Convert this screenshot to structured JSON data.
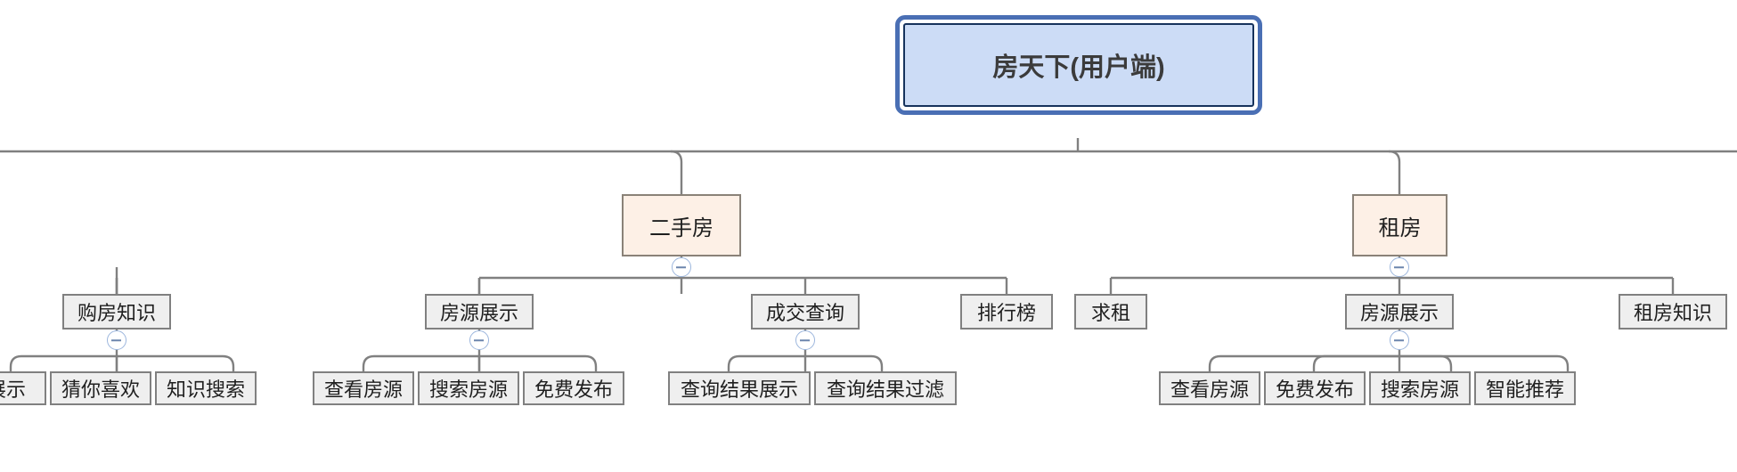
{
  "diagram": {
    "type": "tree-mindmap",
    "title": "房天下(用户端)",
    "orientation": "top-down",
    "colors": {
      "root_fill": "#ccdcf6",
      "root_border": "#16325c",
      "root_halo": "#4a6fb4",
      "category_fill": "#fdf0e6",
      "category_border": "#8a8278",
      "node_fill": "#efefef",
      "node_border": "#808080",
      "connector": "#808080",
      "toggle_border": "#9cb6dd"
    }
  },
  "root": {
    "label": "房天下(用户端)"
  },
  "categories": [
    {
      "id": "ershoufang",
      "label": "二手房",
      "collapsible": true
    },
    {
      "id": "zufang",
      "label": "租房",
      "collapsible": true
    }
  ],
  "level3": [
    {
      "id": "gf-zhishi",
      "label": "购房知识",
      "collapsible": true,
      "parent": "ershoufang"
    },
    {
      "id": "fy-zhanshi-1",
      "label": "房源展示",
      "collapsible": true,
      "parent": "ershoufang"
    },
    {
      "id": "cj-chaxun",
      "label": "成交查询",
      "collapsible": true,
      "parent": "ershoufang"
    },
    {
      "id": "paihangbang",
      "label": "排行榜",
      "collapsible": false,
      "parent": "ershoufang"
    },
    {
      "id": "qiuzu",
      "label": "求租",
      "collapsible": false,
      "parent": "zufang"
    },
    {
      "id": "fy-zhanshi-2",
      "label": "房源展示",
      "collapsible": true,
      "parent": "zufang"
    },
    {
      "id": "zf-zhishi",
      "label": "租房知识",
      "collapsible": false,
      "parent": "zufang"
    }
  ],
  "leaves": [
    {
      "id": "leaf-zhanshi",
      "label": "展示",
      "parent": "gf-zhishi",
      "clipped": true
    },
    {
      "id": "leaf-cainixihuan",
      "label": "猜你喜欢",
      "parent": "gf-zhishi"
    },
    {
      "id": "leaf-zhishisousuo",
      "label": "知识搜索",
      "parent": "gf-zhishi"
    },
    {
      "id": "leaf-ckfy-1",
      "label": "查看房源",
      "parent": "fy-zhanshi-1"
    },
    {
      "id": "leaf-ssfy-1",
      "label": "搜索房源",
      "parent": "fy-zhanshi-1"
    },
    {
      "id": "leaf-mffb-1",
      "label": "免费发布",
      "parent": "fy-zhanshi-1"
    },
    {
      "id": "leaf-cxjgzs",
      "label": "查询结果展示",
      "parent": "cj-chaxun"
    },
    {
      "id": "leaf-cxjggl",
      "label": "查询结果过滤",
      "parent": "cj-chaxun"
    },
    {
      "id": "leaf-ckfy-2",
      "label": "查看房源",
      "parent": "fy-zhanshi-2"
    },
    {
      "id": "leaf-mffb-2",
      "label": "免费发布",
      "parent": "fy-zhanshi-2"
    },
    {
      "id": "leaf-ssfy-2",
      "label": "搜索房源",
      "parent": "fy-zhanshi-2"
    },
    {
      "id": "leaf-zntj",
      "label": "智能推荐",
      "parent": "fy-zhanshi-2"
    }
  ]
}
